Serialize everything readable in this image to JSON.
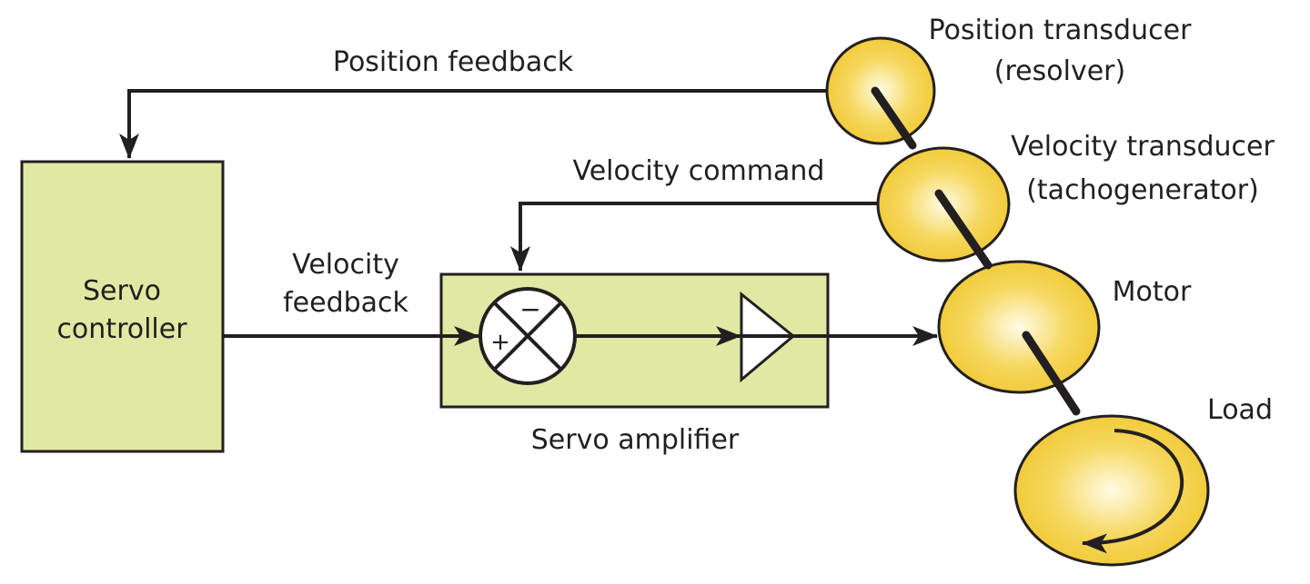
{
  "labels": {
    "position_feedback": "Position feedback",
    "velocity_command": "Velocity command",
    "velocity_feedback_1": "Velocity",
    "velocity_feedback_2": "feedback",
    "servo_controller_1": "Servo",
    "servo_controller_2": "controller",
    "servo_amplifier": "Servo amplifier",
    "position_transducer_1": "Position transducer",
    "position_transducer_2": "(resolver)",
    "velocity_transducer_1": "Velocity transducer",
    "velocity_transducer_2": "(tachogenerator)",
    "motor": "Motor",
    "load": "Load",
    "plus": "+",
    "minus": "−"
  },
  "colors": {
    "box_fill": "#e0e9a3",
    "disc_fill": "#f2cb3a",
    "disc_highlight": "#fffbe6",
    "line": "#231f20"
  }
}
